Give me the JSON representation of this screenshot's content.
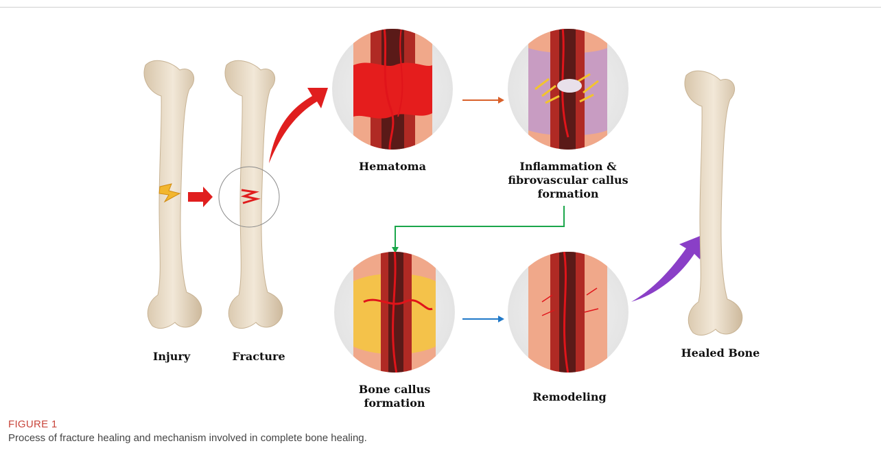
{
  "figure": {
    "labels": {
      "injury": "Injury",
      "fracture": "Fracture",
      "hematoma": "Hematoma",
      "inflammation_line1": "Inflammation &",
      "inflammation_line2": "fibrovascular callus",
      "inflammation_line3": "formation",
      "callus_line1": "Bone callus",
      "callus_line2": "formation",
      "remodeling": "Remodeling",
      "healed": "Healed Bone"
    }
  },
  "caption": {
    "title": "FIGURE 1",
    "text": "Process of fracture healing and mechanism involved in complete bone healing."
  },
  "colors": {
    "bone": "#eee2cf",
    "bone_shade": "#d8c6ab",
    "arrow_red": "#e01e1e",
    "arrow_orange": "#d9602a",
    "arrow_green": "#1aa64a",
    "arrow_blue": "#1f78c8",
    "arrow_purple": "#8a3fc7",
    "caption_accent": "#c8453b"
  }
}
